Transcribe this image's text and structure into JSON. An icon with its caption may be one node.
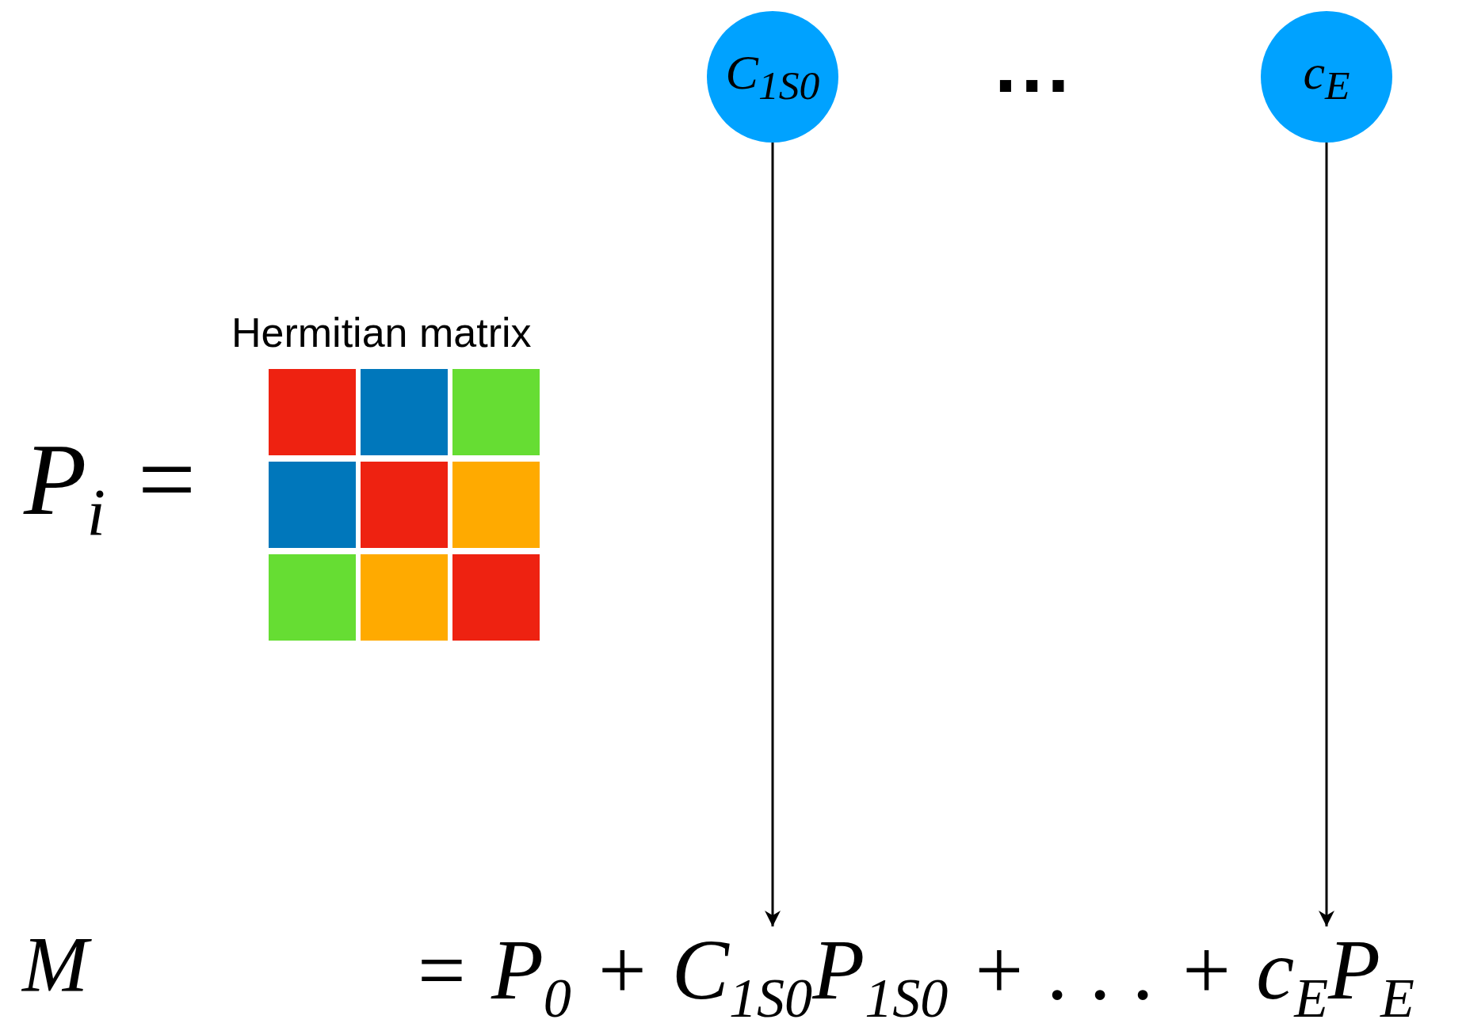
{
  "diagram": {
    "nodes": [
      {
        "text": [
          "C$_{1S0}$"
        ]
      },
      {
        "text": [
          "c$_{E}$"
        ]
      },
      {
        "text": [
          "= P$_{0}$ + C$_{1S0}$P$_{1S0}$ + . . . + c$_{E}$P$_{E}$"
        ]
      }
    ],
    "edges": [
      {
        "from": 0,
        "to": 2,
        "arrow": "to"
      },
      {
        "from": 1,
        "to": 2,
        "arrow": "to"
      }
    ],
    "labels": [
      "···",
      "Hermitian matrix",
      "P$_{i}$ =",
      "M"
    ]
  }
}
